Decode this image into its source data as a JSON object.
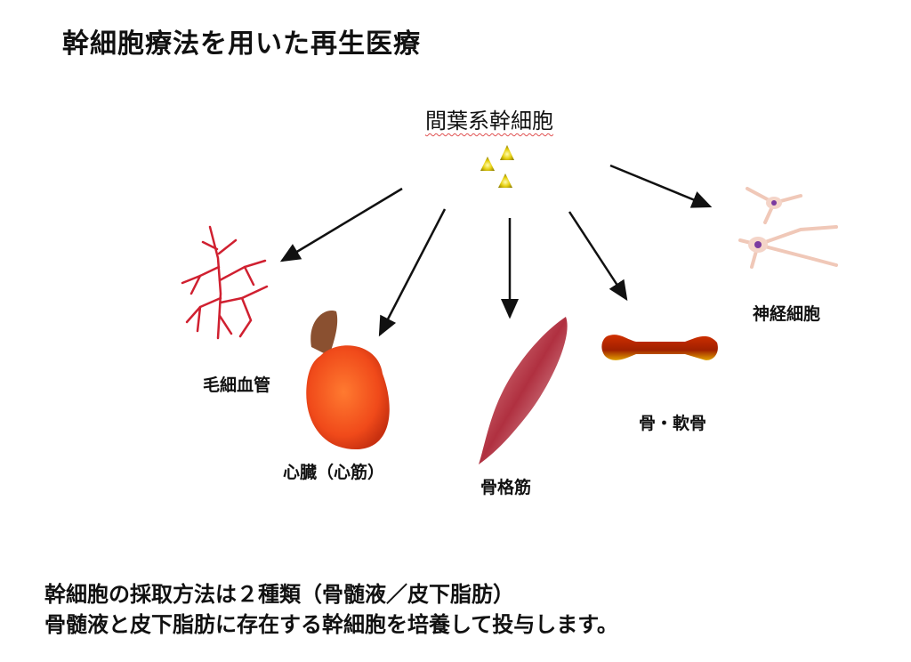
{
  "title": "幹細胞療法を用いた再生医療",
  "source": {
    "label": "間葉系幹細胞"
  },
  "targets": [
    {
      "id": "capillary",
      "label": "毛細血管"
    },
    {
      "id": "heart",
      "label": "心臓（心筋）"
    },
    {
      "id": "skeletal-muscle",
      "label": "骨格筋"
    },
    {
      "id": "bone",
      "label": "骨・軟骨"
    },
    {
      "id": "nerve",
      "label": "神経細胞"
    }
  ],
  "notes": [
    "幹細胞の採取方法は２種類（骨髄液／皮下脂肪）",
    "骨髄液と皮下脂肪に存在する幹細胞を培養して投与します。"
  ]
}
